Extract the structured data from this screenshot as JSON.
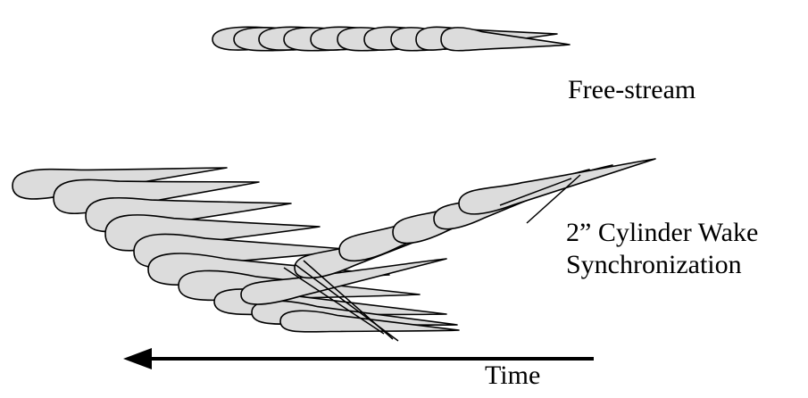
{
  "labels": {
    "free_stream": "Free-stream",
    "wake_line1": "2” Cylinder Wake",
    "wake_line2": "Synchronization",
    "time": "Time"
  },
  "arrow": {
    "direction": "left"
  },
  "colors": {
    "foil_fill": "#dcdcdc",
    "stroke": "#000000",
    "background": "#ffffff"
  }
}
